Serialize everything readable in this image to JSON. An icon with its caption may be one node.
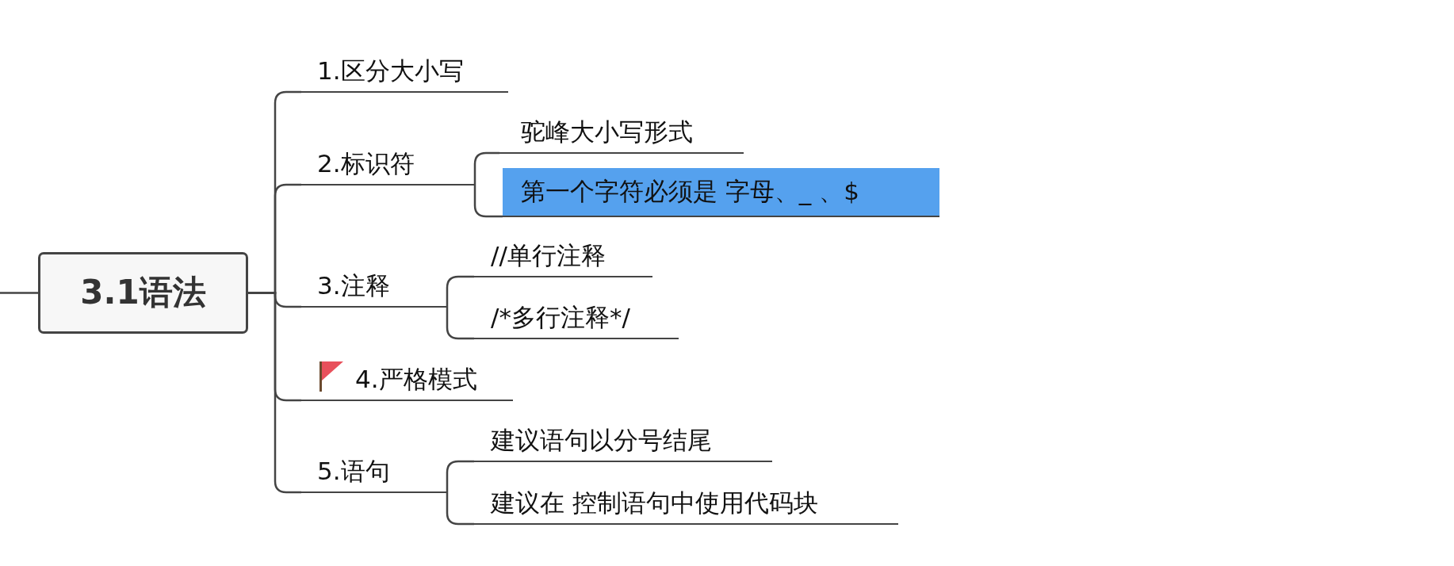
{
  "diagram": {
    "nodes": [
      {
        "text": [
          "3.1语法"
        ]
      },
      {
        "text": [
          "1.区分大小写"
        ]
      },
      {
        "text": [
          "2.标识符"
        ]
      },
      {
        "text": [
          "3.注释"
        ]
      },
      {
        "text": [
          "4.严格模式"
        ]
      },
      {
        "text": [
          "5.语句"
        ]
      },
      {
        "text": [
          "驼峰大小写形式"
        ]
      },
      {
        "text": [
          "第一个字符必须是 字母、_ 、$"
        ]
      },
      {
        "text": [
          "//单行注释"
        ]
      },
      {
        "text": [
          "/*多行注释*/"
        ]
      },
      {
        "text": [
          "建议语句以分号结尾"
        ]
      },
      {
        "text": [
          "建议在 控制语句中使用代码块"
        ]
      }
    ],
    "edges": [
      {
        "from": null,
        "to": 0,
        "arrow": "none"
      },
      {
        "from": 0,
        "to": 1,
        "arrow": "none"
      },
      {
        "from": 0,
        "to": 2,
        "arrow": "none"
      },
      {
        "from": 0,
        "to": 3,
        "arrow": "none"
      },
      {
        "from": 0,
        "to": 4,
        "arrow": "none"
      },
      {
        "from": 0,
        "to": 5,
        "arrow": "none"
      },
      {
        "from": 2,
        "to": 6,
        "arrow": "none"
      },
      {
        "from": 2,
        "to": 7,
        "arrow": "none"
      },
      {
        "from": 3,
        "to": 8,
        "arrow": "none"
      },
      {
        "from": 3,
        "to": 9,
        "arrow": "none"
      },
      {
        "from": 5,
        "to": 10,
        "arrow": "none"
      },
      {
        "from": 5,
        "to": 11,
        "arrow": "none"
      }
    ]
  }
}
